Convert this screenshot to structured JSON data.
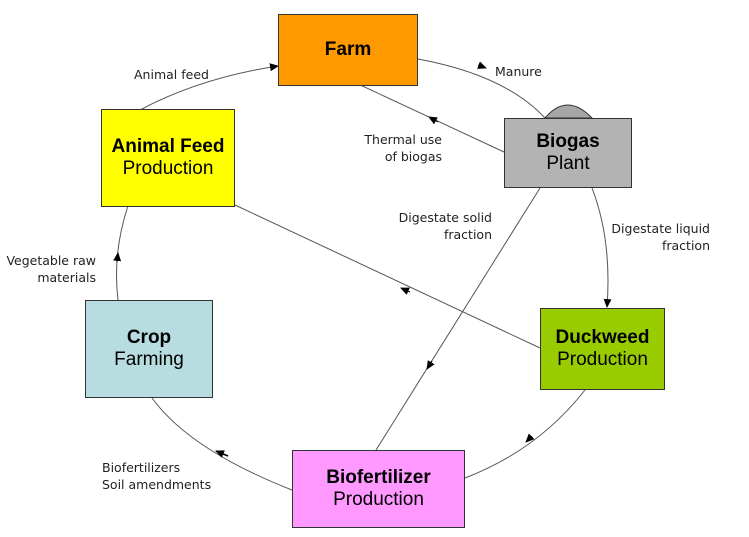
{
  "nodes": {
    "farm": {
      "title": "Farm",
      "subtitle": "",
      "color": "#ff9900"
    },
    "biogas": {
      "title": "Biogas",
      "subtitle": "Plant",
      "color": "#b3b3b3"
    },
    "animal_feed": {
      "title": "Animal Feed",
      "subtitle": "Production",
      "color": "#ffff00"
    },
    "crop": {
      "title": "Crop",
      "subtitle": "Farming",
      "color": "#b7dde1"
    },
    "duckweed": {
      "title": "Duckweed",
      "subtitle": "Production",
      "color": "#99cc00"
    },
    "biofertilizer": {
      "title": "Biofertilizer",
      "subtitle": "Production",
      "color": "#ff99ff"
    }
  },
  "edges": {
    "manure": {
      "line1": "Manure",
      "line2": ""
    },
    "animal_feed": {
      "line1": "Animal feed",
      "line2": ""
    },
    "thermal": {
      "line1": "Thermal use",
      "line2": "of biogas"
    },
    "digestate_solid": {
      "line1": "Digestate solid",
      "line2": "fraction"
    },
    "digestate_liquid": {
      "line1": "Digestate liquid",
      "line2": "fraction"
    },
    "vegetable": {
      "line1": "Vegetable raw",
      "line2": "materials"
    },
    "biofertilizers": {
      "line1": "Biofertilizers",
      "line2": "Soil amendments"
    }
  }
}
